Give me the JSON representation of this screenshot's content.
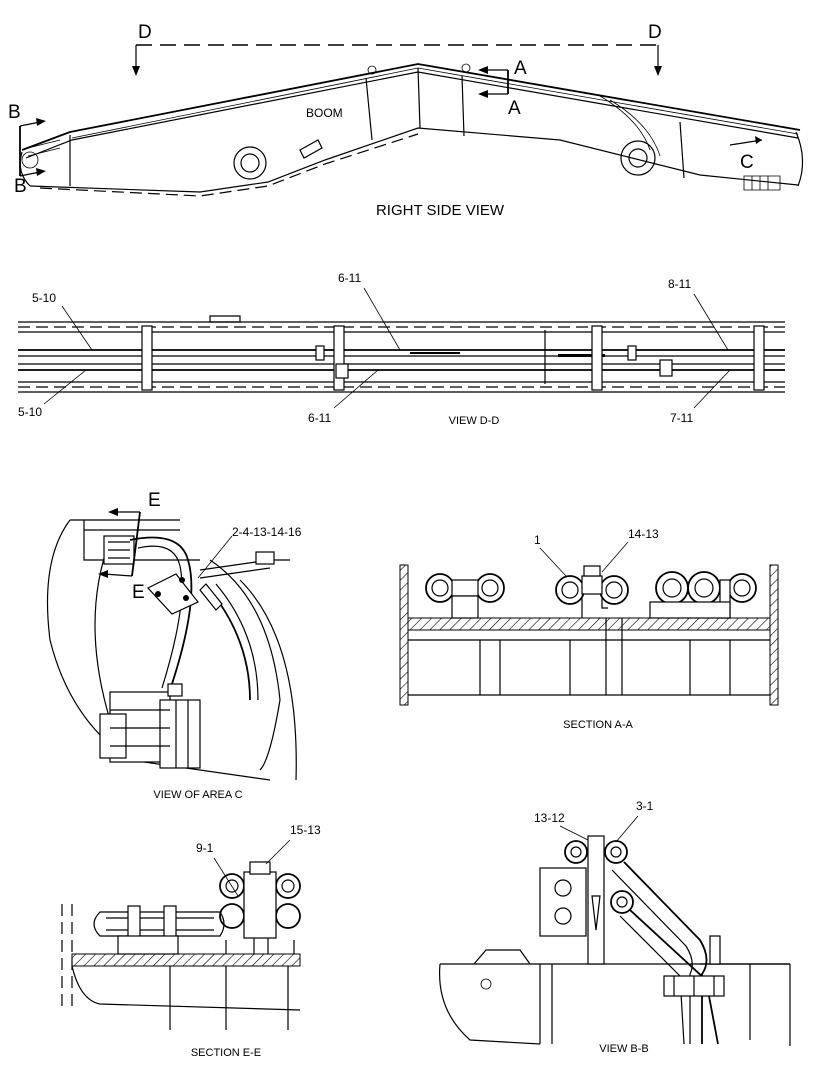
{
  "top": {
    "title": "RIGHT SIDE VIEW",
    "boom_label": "BOOM",
    "section_d_left": "D",
    "section_d_right": "D",
    "section_a_top": "A",
    "section_a_bottom": "A",
    "section_b_top": "B",
    "section_b_bottom": "B",
    "area_c": "C"
  },
  "view_dd": {
    "title": "VIEW D-D",
    "callouts": [
      "5-10",
      "6-11",
      "8-11",
      "5-10",
      "6-11",
      "7-11"
    ]
  },
  "area_c": {
    "title": "VIEW OF AREA C",
    "callout": "2-4-13-14-16",
    "e_top": "E",
    "e_bottom": "E"
  },
  "section_aa": {
    "title": "SECTION A-A",
    "callouts": [
      "1",
      "14-13"
    ]
  },
  "section_ee": {
    "title": "SECTION E-E",
    "callouts": [
      "9-1",
      "15-13"
    ]
  },
  "view_bb": {
    "title": "VIEW B-B",
    "callouts": [
      "13-12",
      "3-1"
    ]
  }
}
